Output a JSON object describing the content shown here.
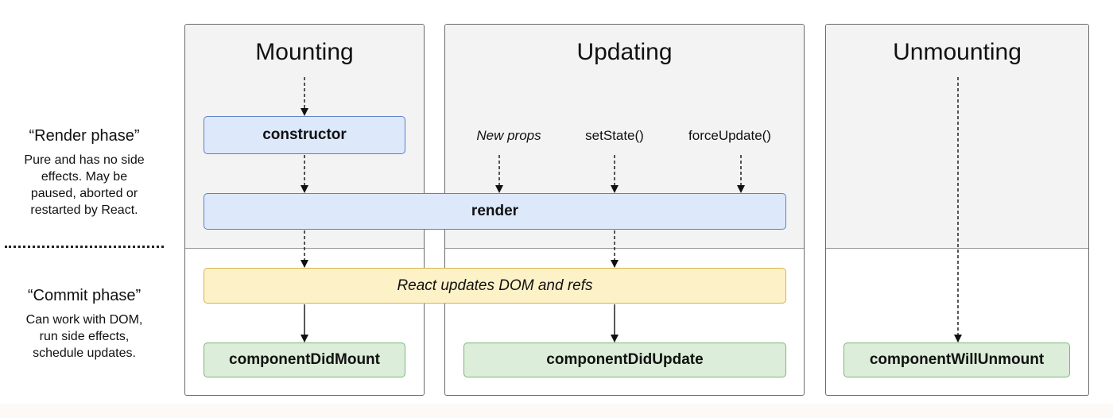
{
  "columns": {
    "mounting": "Mounting",
    "updating": "Updating",
    "unmounting": "Unmounting"
  },
  "phases": {
    "render_title": "“Render phase”",
    "render_desc_lines": [
      "Pure and has no side",
      "effects. May be",
      "paused, aborted or",
      "restarted by React."
    ],
    "commit_title": "“Commit phase”",
    "commit_desc_lines": [
      "Can work with DOM,",
      "run side effects,",
      "schedule updates."
    ]
  },
  "boxes": {
    "constructor": "constructor",
    "render": "render",
    "react_dom": "React updates DOM and refs",
    "did_mount": "componentDidMount",
    "did_update": "componentDidUpdate",
    "will_unmount": "componentWillUnmount"
  },
  "triggers": {
    "new_props": "New props",
    "set_state": "setState()",
    "force_update": "forceUpdate()"
  },
  "colors": {
    "lifecycle_box": "#dde8fb",
    "dom_box": "#fdf1c8",
    "commit_box": "#dcedd9",
    "render_area": "#f3f3f3"
  }
}
